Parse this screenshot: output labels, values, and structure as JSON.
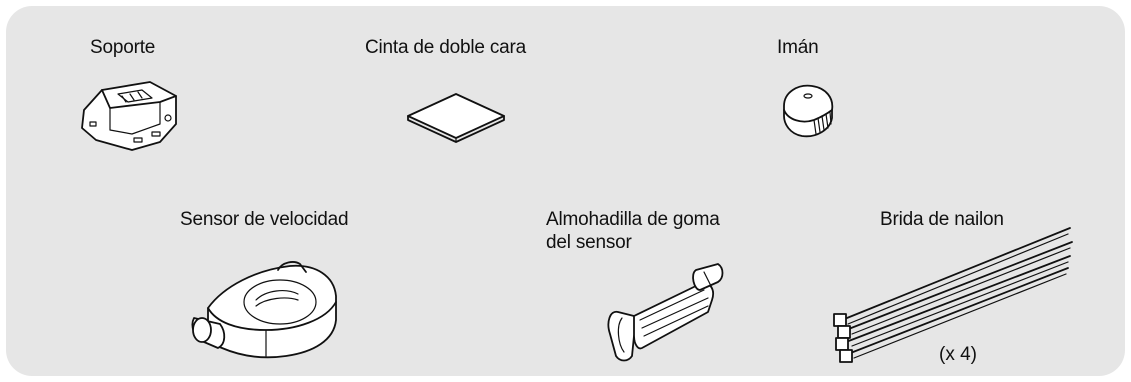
{
  "parts": [
    {
      "id": "soporte",
      "label": "Soporte",
      "icon": "bracket-icon"
    },
    {
      "id": "cinta",
      "label": "Cinta de doble cara",
      "icon": "double-sided-tape-icon"
    },
    {
      "id": "iman",
      "label": "Imán",
      "icon": "magnet-icon"
    },
    {
      "id": "sensor",
      "label": "Sensor de velocidad",
      "icon": "speed-sensor-icon"
    },
    {
      "id": "almohadilla",
      "label_lines": [
        "Almohadilla de goma",
        "del sensor"
      ],
      "icon": "rubber-pad-icon"
    },
    {
      "id": "brida",
      "label": "Brida de nailon",
      "icon": "nylon-tie-icon",
      "quantity": "(x 4)"
    }
  ]
}
